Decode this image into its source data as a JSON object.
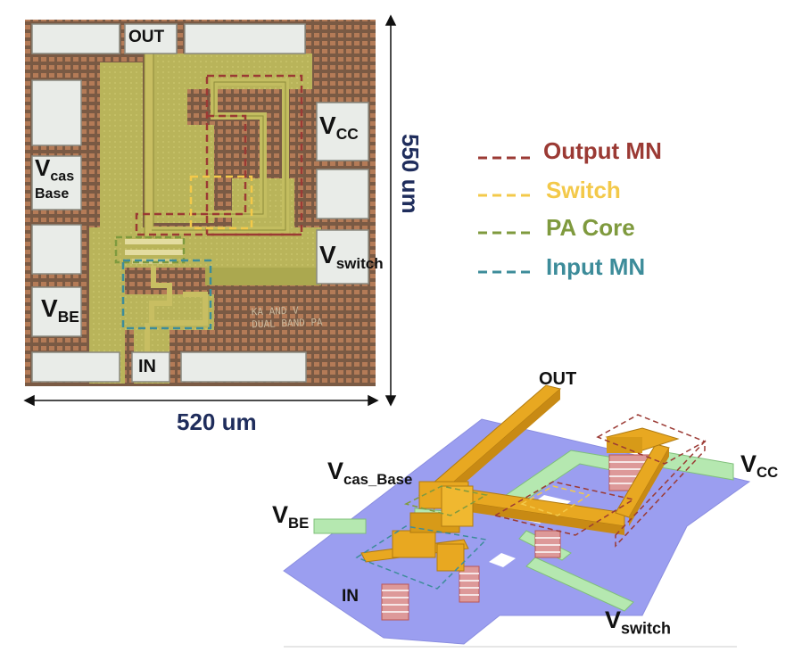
{
  "die_photo": {
    "pads": {
      "out": "OUT",
      "in": "IN",
      "vcc_main": "V",
      "vcc_sub": "CC",
      "vcas_main": "V",
      "vcas_sub": "cas",
      "vcas_line2": "Base",
      "vswitch_main": "V",
      "vswitch_sub": "switch",
      "vbe_main": "V",
      "vbe_sub": "BE"
    },
    "chip_text_line1": "KA AND V",
    "chip_text_line2": "DUAL BAND PA",
    "width_label": "520 um",
    "height_label": "550 um"
  },
  "legend": {
    "items": [
      {
        "label": "Output MN",
        "color": "#9b3a34"
      },
      {
        "label": "Switch",
        "color": "#f3c94a"
      },
      {
        "label": "PA Core",
        "color": "#7f9a3e"
      },
      {
        "label": "Input MN",
        "color": "#3d8c9a"
      }
    ]
  },
  "layout_3d": {
    "out": "OUT",
    "in": "IN",
    "vcc_main": "V",
    "vcc_sub": "CC",
    "vcas_main": "V",
    "vcas_sub": "cas_Base",
    "vbe_main": "V",
    "vbe_sub": "BE",
    "vswitch_main": "V",
    "vswitch_sub": "switch"
  },
  "colors": {
    "die_background": "#7a5a44",
    "die_metal": "#b9b45a",
    "pad": "#e9ece8",
    "substrate": "#9b9ef0",
    "gold": "#e8a821",
    "green_line": "#b5e8b0",
    "dimension_text": "#1f2d5c"
  }
}
